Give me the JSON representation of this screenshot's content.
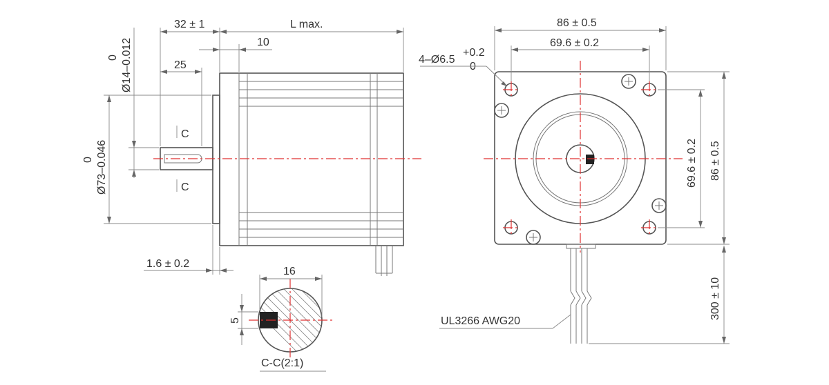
{
  "side_view": {
    "dim_flange_length": "32 ± 1",
    "dim_body_length": "L max.",
    "dim_boss_offset": "10",
    "dim_shaft_flat": "25",
    "dim_flange_thickness": "1.6 ± 0.2",
    "dim_shaft_dia_top": "0",
    "dim_shaft_dia": "Ø14–0.012",
    "dim_boss_dia_top": "0",
    "dim_boss_dia": "Ø73–0.046",
    "section_mark_top": "C",
    "section_mark_bottom": "C"
  },
  "section_view": {
    "dim_width": "16",
    "dim_key": "5",
    "label": "C-C(2:1)"
  },
  "front_view": {
    "dim_overall_width": "86 ± 0.5",
    "dim_hole_spacing": "69.6 ± 0.2",
    "dim_holes_main": "4–Ø6.5",
    "dim_holes_tol_upper": "+0.2",
    "dim_holes_tol_lower": "0",
    "dim_hole_spacing_v": "69.6 ± 0.2",
    "dim_overall_height_v": "86 ± 0.5",
    "dim_lead_length": "300 ± 10",
    "lead_wire_label": "UL3266 AWG20"
  },
  "colors": {
    "outline": "#555555",
    "centerline": "#e03030",
    "text": "#333333"
  }
}
